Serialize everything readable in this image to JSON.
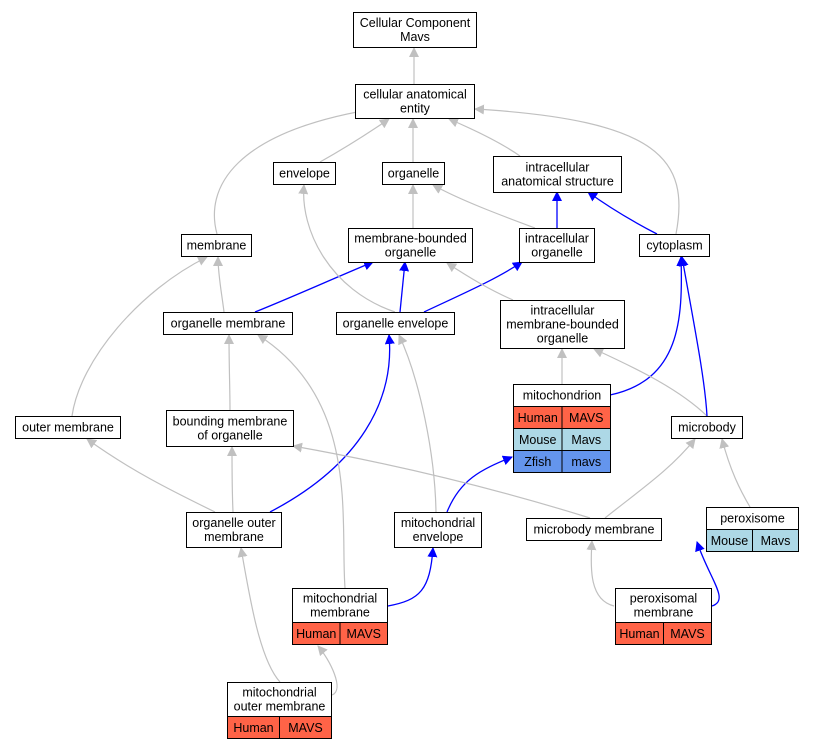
{
  "colors": {
    "edge_gray": "#c0c0c0",
    "edge_blue": "#0000ff",
    "human": "#ff6347",
    "mouse": "#add8e6",
    "zfish": "#6495ed",
    "node_border": "#000000",
    "node_fill": "#ffffff"
  },
  "nodes": [
    {
      "id": "cc",
      "lines": [
        "Cellular Component",
        "Mavs"
      ]
    },
    {
      "id": "cae",
      "lines": [
        "cellular anatomical",
        "entity"
      ]
    },
    {
      "id": "env",
      "lines": [
        "envelope"
      ]
    },
    {
      "id": "org",
      "lines": [
        "organelle"
      ]
    },
    {
      "id": "ias",
      "lines": [
        "intracellular",
        "anatomical structure"
      ]
    },
    {
      "id": "mem",
      "lines": [
        "membrane"
      ]
    },
    {
      "id": "mbo",
      "lines": [
        "membrane-bounded",
        "organelle"
      ]
    },
    {
      "id": "io",
      "lines": [
        "intracellular",
        "organelle"
      ]
    },
    {
      "id": "cyto",
      "lines": [
        "cytoplasm"
      ]
    },
    {
      "id": "om",
      "lines": [
        "organelle membrane"
      ]
    },
    {
      "id": "oe",
      "lines": [
        "organelle envelope"
      ]
    },
    {
      "id": "imbo",
      "lines": [
        "intracellular",
        "membrane-bounded",
        "organelle"
      ]
    },
    {
      "id": "mito",
      "lines": [
        "mitochondrion"
      ],
      "table": [
        [
          "Human",
          "MAVS"
        ],
        [
          "Mouse",
          "Mavs"
        ],
        [
          "Zfish",
          "mavs"
        ]
      ]
    },
    {
      "id": "outm",
      "lines": [
        "outer membrane"
      ]
    },
    {
      "id": "bmo",
      "lines": [
        "bounding membrane",
        "of organelle"
      ]
    },
    {
      "id": "mb",
      "lines": [
        "microbody"
      ]
    },
    {
      "id": "oom",
      "lines": [
        "organelle outer",
        "membrane"
      ]
    },
    {
      "id": "me",
      "lines": [
        "mitochondrial",
        "envelope"
      ]
    },
    {
      "id": "mbm",
      "lines": [
        "microbody membrane"
      ]
    },
    {
      "id": "perox",
      "lines": [
        "peroxisome"
      ],
      "table": [
        [
          "Mouse",
          "Mavs"
        ]
      ]
    },
    {
      "id": "mm",
      "lines": [
        "mitochondrial",
        "membrane"
      ],
      "table": [
        [
          "Human",
          "MAVS"
        ]
      ]
    },
    {
      "id": "pm",
      "lines": [
        "peroxisomal",
        "membrane"
      ],
      "table": [
        [
          "Human",
          "MAVS"
        ]
      ]
    },
    {
      "id": "mom",
      "lines": [
        "mitochondrial",
        "outer membrane"
      ],
      "table": [
        [
          "Human",
          "MAVS"
        ]
      ]
    }
  ],
  "edges": [
    {
      "from": "cae",
      "to": "cc",
      "color": "gray"
    },
    {
      "from": "env",
      "to": "cae",
      "color": "gray"
    },
    {
      "from": "org",
      "to": "cae",
      "color": "gray"
    },
    {
      "from": "ias",
      "to": "cae",
      "color": "gray"
    },
    {
      "from": "mem",
      "to": "cae",
      "color": "gray"
    },
    {
      "from": "cyto",
      "to": "cae",
      "color": "gray"
    },
    {
      "from": "cyto",
      "to": "ias",
      "color": "blue"
    },
    {
      "from": "io",
      "to": "ias",
      "color": "blue"
    },
    {
      "from": "mbo",
      "to": "org",
      "color": "gray"
    },
    {
      "from": "io",
      "to": "org",
      "color": "gray"
    },
    {
      "from": "om",
      "to": "mem",
      "color": "gray"
    },
    {
      "from": "outm",
      "to": "mem",
      "color": "gray"
    },
    {
      "from": "om",
      "to": "mbo",
      "color": "blue"
    },
    {
      "from": "oe",
      "to": "mbo",
      "color": "blue"
    },
    {
      "from": "oe",
      "to": "io",
      "color": "blue"
    },
    {
      "from": "oe",
      "to": "env",
      "color": "gray"
    },
    {
      "from": "imbo",
      "to": "mbo",
      "color": "gray"
    },
    {
      "from": "mito",
      "to": "imbo",
      "color": "gray"
    },
    {
      "from": "mito",
      "to": "cyto",
      "color": "blue"
    },
    {
      "from": "mb",
      "to": "imbo",
      "color": "gray"
    },
    {
      "from": "mb",
      "to": "cyto",
      "color": "blue"
    },
    {
      "from": "bmo",
      "to": "om",
      "color": "gray"
    },
    {
      "from": "oom",
      "to": "bmo",
      "color": "gray"
    },
    {
      "from": "oom",
      "to": "outm",
      "color": "gray"
    },
    {
      "from": "oom",
      "to": "oe",
      "color": "blue"
    },
    {
      "from": "me",
      "to": "oe",
      "color": "gray"
    },
    {
      "from": "me",
      "to": "mito",
      "color": "blue"
    },
    {
      "from": "mbm",
      "to": "bmo",
      "color": "gray"
    },
    {
      "from": "mbm",
      "to": "mb",
      "color": "gray"
    },
    {
      "from": "perox",
      "to": "mb",
      "color": "gray"
    },
    {
      "from": "mm",
      "to": "om",
      "color": "gray"
    },
    {
      "from": "mm",
      "to": "me",
      "color": "blue"
    },
    {
      "from": "pm",
      "to": "mbm",
      "color": "gray"
    },
    {
      "from": "pm",
      "to": "perox",
      "color": "blue"
    },
    {
      "from": "mom",
      "to": "oom",
      "color": "gray"
    },
    {
      "from": "mom",
      "to": "mm",
      "color": "gray"
    }
  ]
}
